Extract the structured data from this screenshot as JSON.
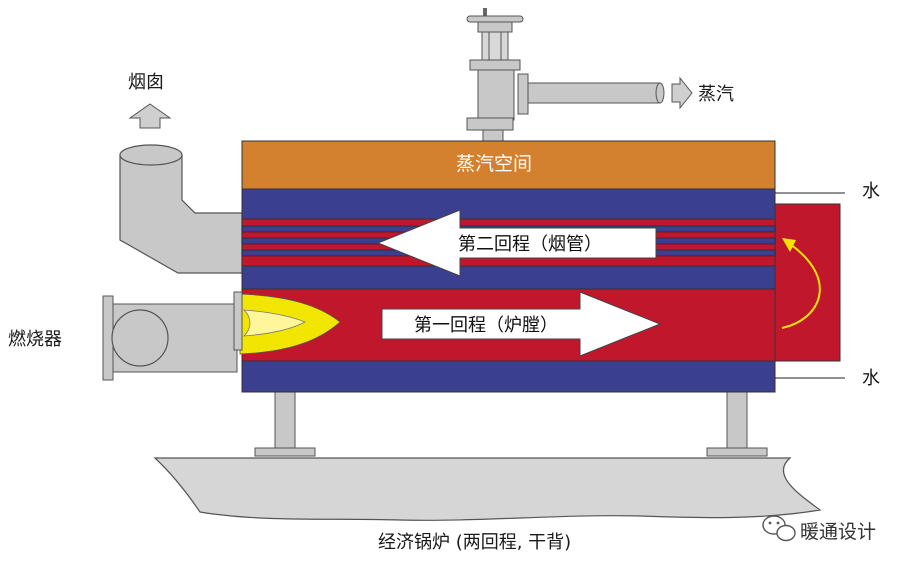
{
  "labels": {
    "chimney": "烟囱",
    "steam": "蒸汽",
    "steam_space": "蒸汽空间",
    "water_top": "水",
    "water_bottom": "水",
    "burner": "燃烧器",
    "second_pass": "第二回程（烟管）",
    "first_pass": "第一回程（炉膛）",
    "caption": "经济锅炉 (两回程, 干背)",
    "watermark": "暖通设计"
  },
  "colors": {
    "steam_space": "#d4812f",
    "water": "#3b3f8f",
    "hot_gas": "#c0172d",
    "flame_outer": "#f2e600",
    "metal": "#c8c8c8",
    "outline": "#444444"
  },
  "icons": {
    "chimney_arrow": "up-arrow-icon",
    "steam_arrow": "right-arrow-icon",
    "flow_turn": "curved-arrow-icon",
    "watermark_logo": "wechat-icon"
  }
}
